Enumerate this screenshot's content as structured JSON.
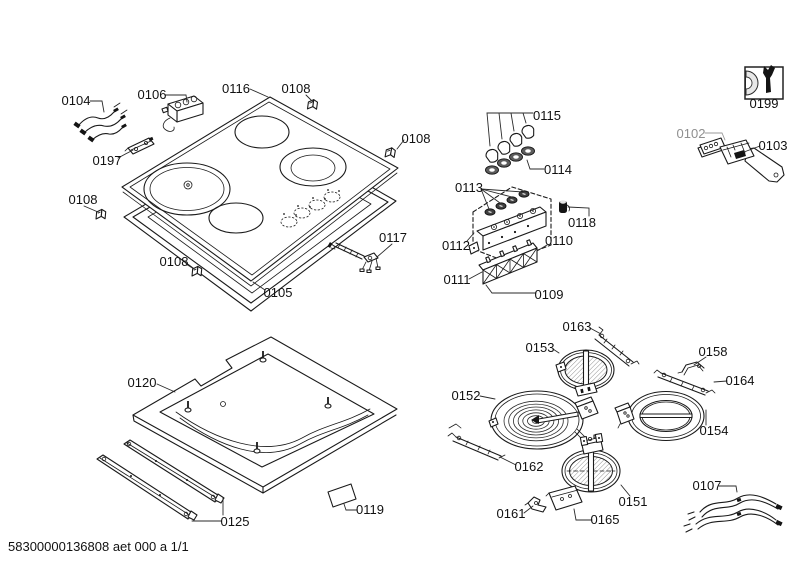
{
  "page": {
    "background": "#ffffff",
    "ink_color": "#1a1a1a",
    "muted_label_color": "#8f8f8f",
    "footer": {
      "doc_ref": "58300000136808 aet 000 a 1/1"
    }
  },
  "diagram": {
    "kind": "exploded-parts-diagram",
    "subject": "glass-ceramic cooktop assembly",
    "service_icon": "wrench-icon",
    "labels": [
      {
        "text": "0104"
      },
      {
        "text": "0106"
      },
      {
        "text": "0116"
      },
      {
        "text": "0108"
      },
      {
        "text": "0108"
      },
      {
        "text": "0197"
      },
      {
        "text": "0108"
      },
      {
        "text": "0108"
      },
      {
        "text": "0105"
      },
      {
        "text": "0117"
      },
      {
        "text": "0115"
      },
      {
        "text": "0114"
      },
      {
        "text": "0113"
      },
      {
        "text": "0118"
      },
      {
        "text": "0112"
      },
      {
        "text": "0110"
      },
      {
        "text": "0111"
      },
      {
        "text": "0109"
      },
      {
        "text": "0199"
      },
      {
        "text": "0102",
        "muted": true
      },
      {
        "text": "0103"
      },
      {
        "text": "0163"
      },
      {
        "text": "0153"
      },
      {
        "text": "0158"
      },
      {
        "text": "0164"
      },
      {
        "text": "0152"
      },
      {
        "text": "0154"
      },
      {
        "text": "0162"
      },
      {
        "text": "0151"
      },
      {
        "text": "0161"
      },
      {
        "text": "0165"
      },
      {
        "text": "0107"
      },
      {
        "text": "0120"
      },
      {
        "text": "0125"
      },
      {
        "text": "0119"
      }
    ]
  }
}
